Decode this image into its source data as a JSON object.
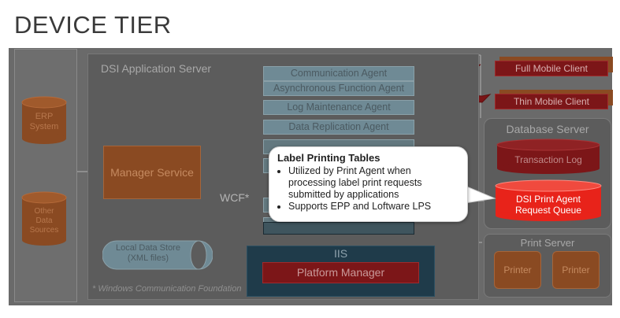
{
  "title": "DEVICE TIER",
  "left_column": {
    "erp": "ERP System",
    "other": "Other Data Sources"
  },
  "app_server": {
    "label": "DSI Application Server",
    "manager": "Manager Service",
    "wcf": "WCF*",
    "local_store": "Local Data Store (XML files)",
    "footnote": "* Windows Communication Foundation",
    "agents": [
      "Communication Agent",
      "Asynchronous Function Agent",
      "Log Maintenance Agent",
      "Data Replication Agent"
    ],
    "iis": "IIS",
    "platform_manager": "Platform Manager"
  },
  "clients": {
    "full": "Full Mobile Client",
    "thin": "Thin Mobile Client"
  },
  "database_server": {
    "label": "Database Server",
    "transaction_log": "Transaction Log",
    "print_queue": "DSI Print Agent Request Queue"
  },
  "print_server": {
    "label": "Print Server",
    "printers": [
      "Printer",
      "Printer"
    ]
  },
  "callout": {
    "title": "Label Printing Tables",
    "bullets": [
      "Utilized by Print Agent when processing label print requests submitted by applications",
      "Supports EPP and Loftware LPS"
    ]
  },
  "colors": {
    "panel": "#6a6a6a",
    "brown": "#8a4a22",
    "red": "#e8231a",
    "dark_red": "#7c1618",
    "teal": "#1f3b4a",
    "agent": "#6f8a95"
  }
}
